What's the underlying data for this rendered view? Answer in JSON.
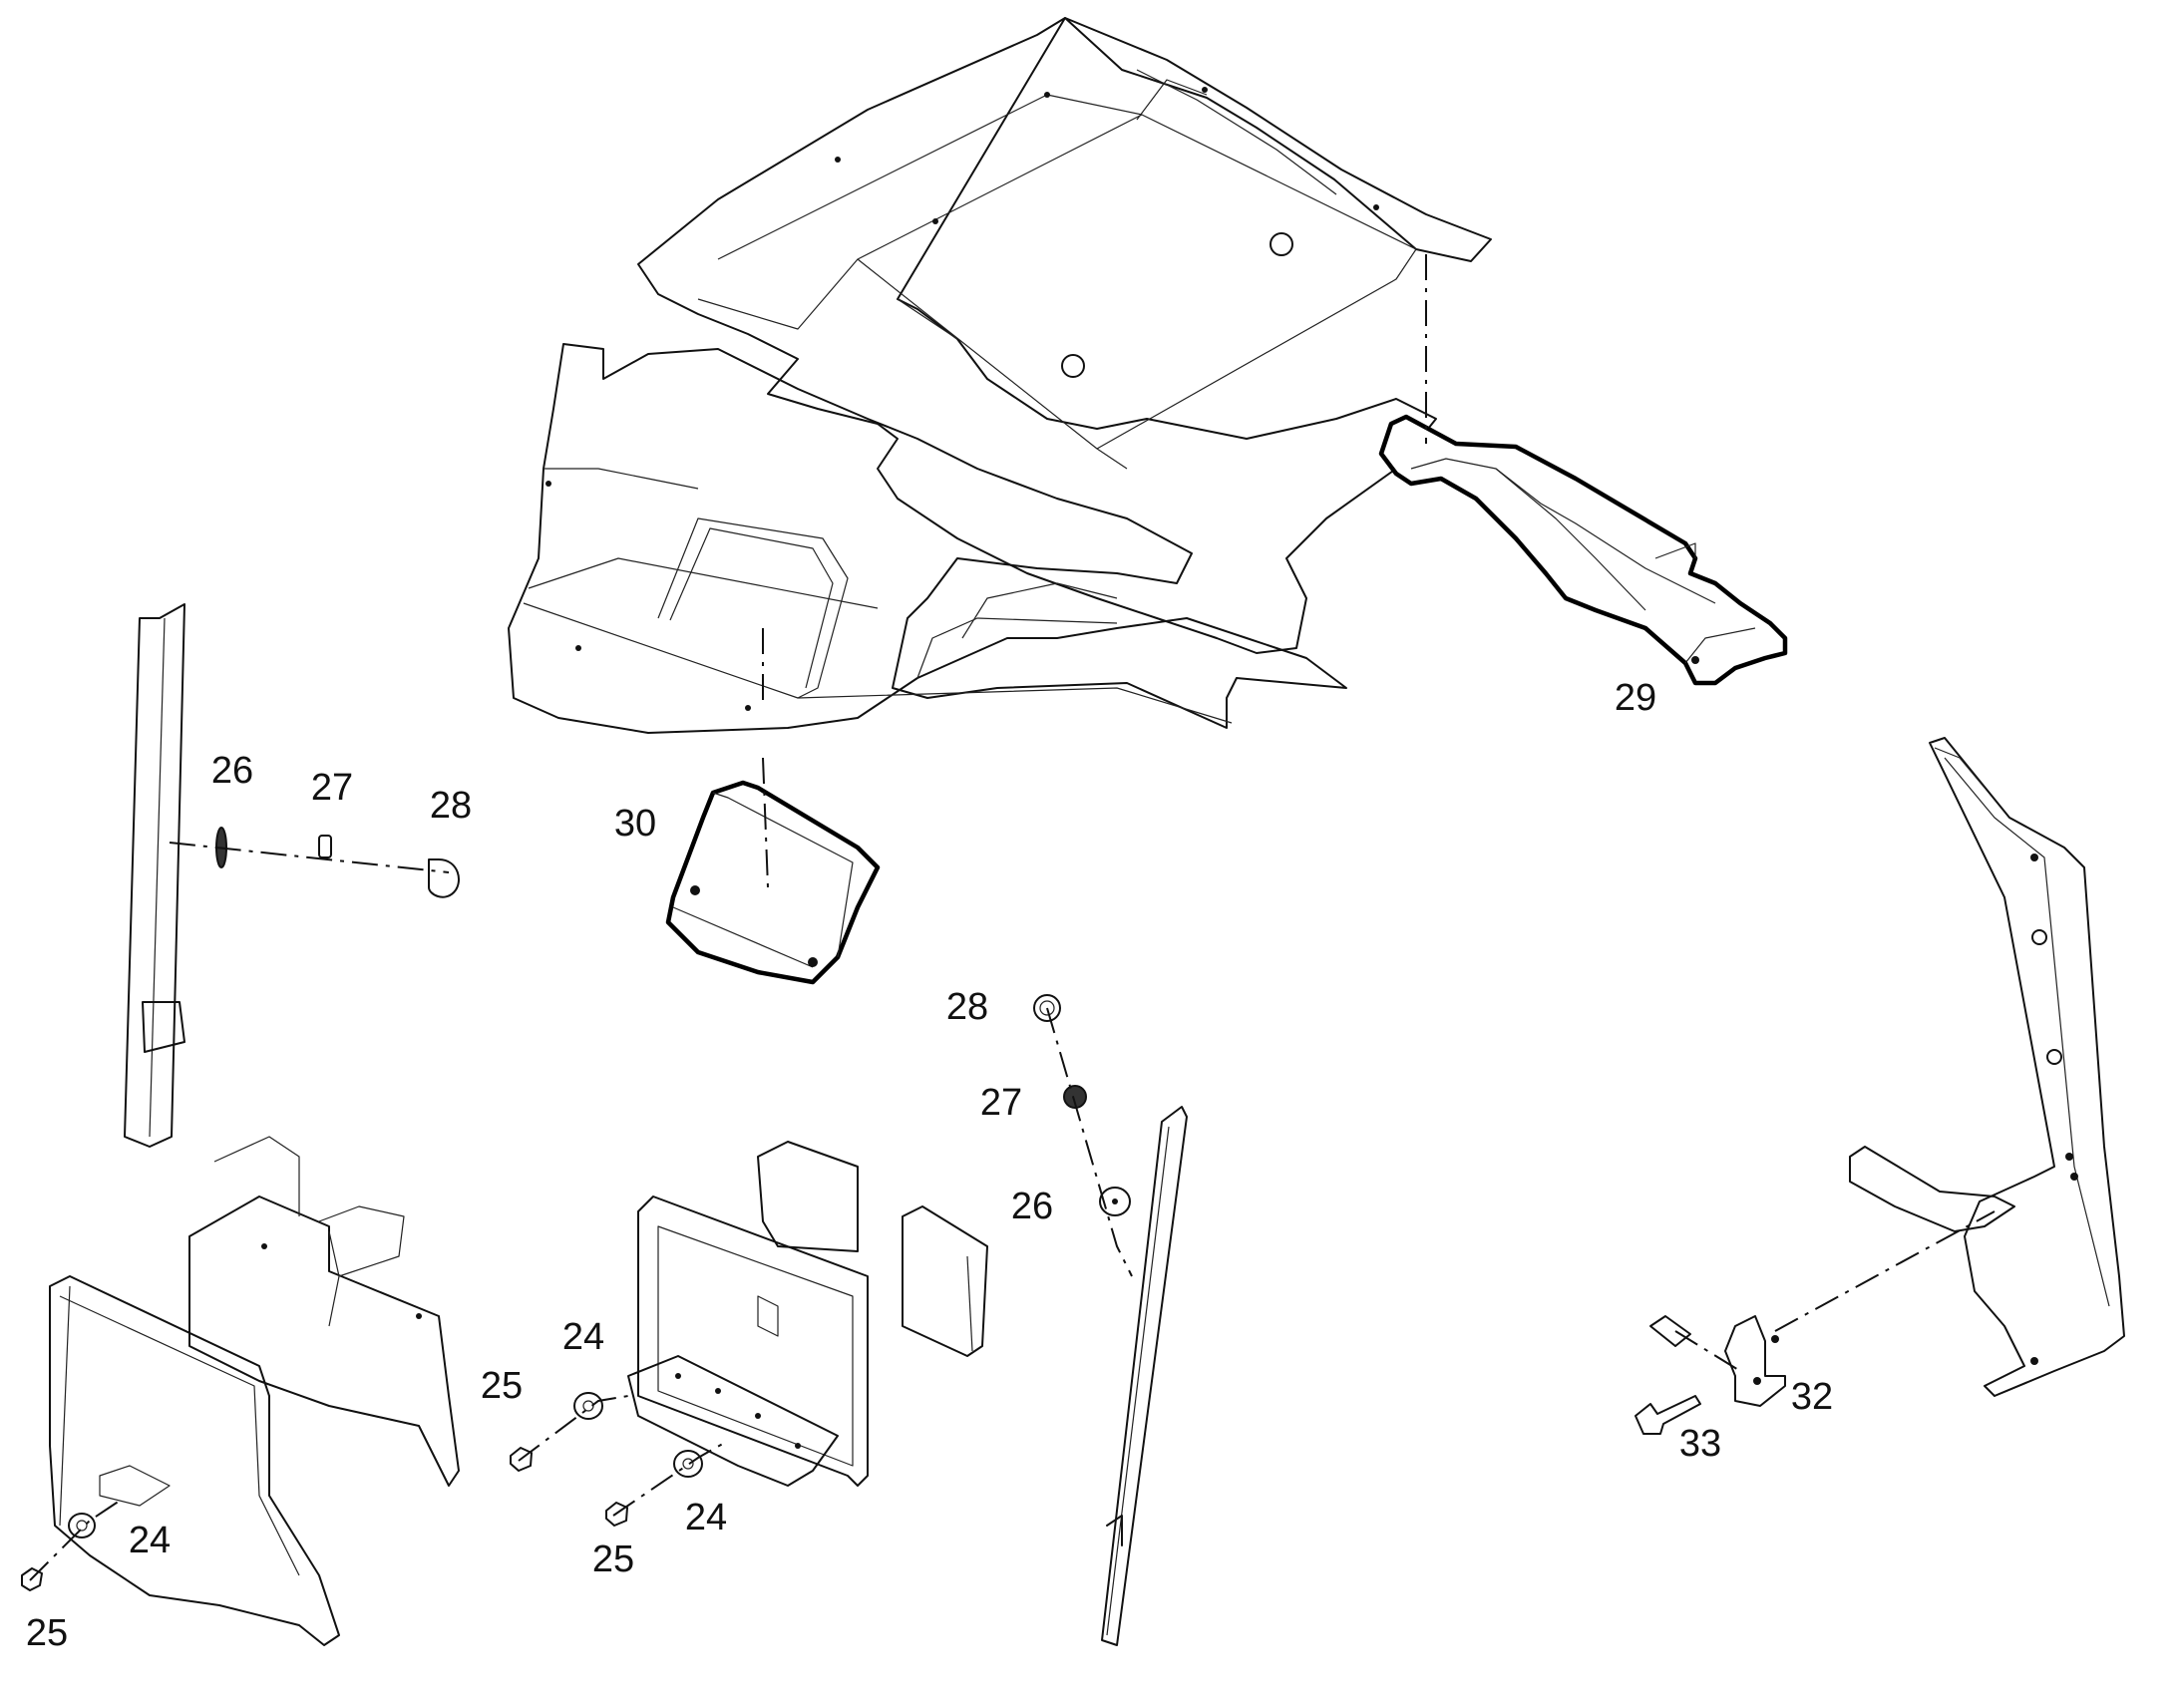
{
  "callouts": [
    {
      "id": "c24a",
      "text": "24"
    },
    {
      "id": "c24b",
      "text": "24"
    },
    {
      "id": "c24c",
      "text": "24"
    },
    {
      "id": "c25a",
      "text": "25"
    },
    {
      "id": "c25b",
      "text": "25"
    },
    {
      "id": "c25c",
      "text": "25"
    },
    {
      "id": "c26a",
      "text": "26"
    },
    {
      "id": "c26b",
      "text": "26"
    },
    {
      "id": "c27a",
      "text": "27"
    },
    {
      "id": "c27b",
      "text": "27"
    },
    {
      "id": "c28a",
      "text": "28"
    },
    {
      "id": "c28b",
      "text": "28"
    },
    {
      "id": "c29",
      "text": "29"
    },
    {
      "id": "c30",
      "text": "30"
    },
    {
      "id": "c32",
      "text": "32"
    },
    {
      "id": "c33",
      "text": "33"
    }
  ]
}
